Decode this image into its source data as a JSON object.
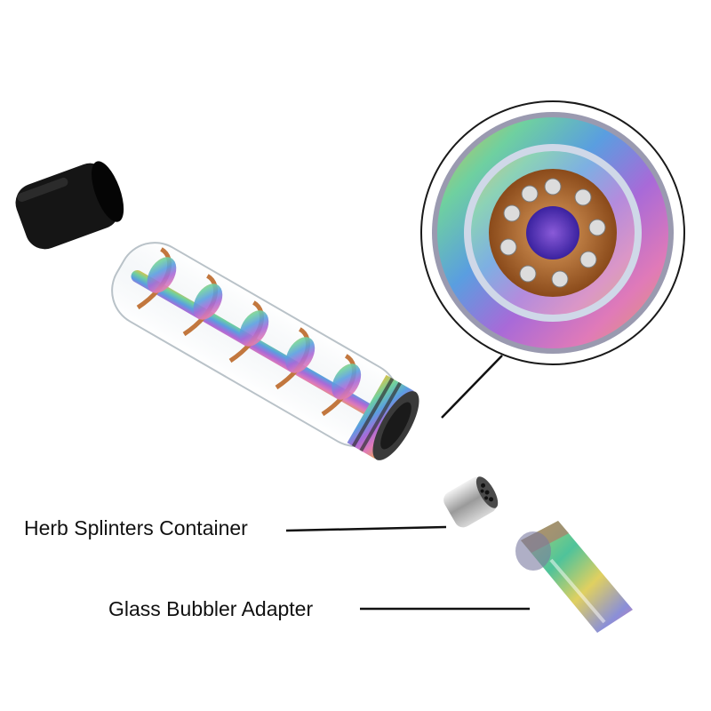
{
  "labels": {
    "herb_container": "Herb Splinters Container",
    "bubbler_adapter": "Glass Bubbler Adapter"
  },
  "parts": {
    "cap": "black-cap",
    "tube": "glass-tube-with-spiral",
    "screen": "herb-screen",
    "adapter": "bubbler-adapter",
    "zoom": "zoom-inset"
  },
  "colors": {
    "cap": "#151515",
    "rainbow": [
      "#d8c24a",
      "#6fd0a0",
      "#5a9ee0",
      "#a86ad8",
      "#e07ab8",
      "#e0a060"
    ],
    "copper": "#c2773e",
    "line": "#111111"
  }
}
